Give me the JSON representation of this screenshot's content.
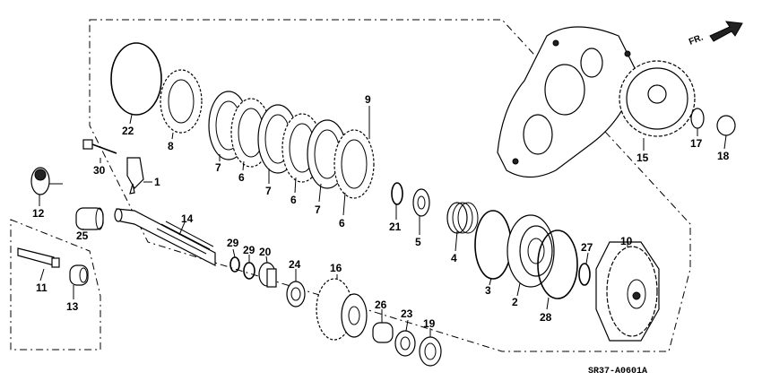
{
  "diagram": {
    "code": "SR37-A0601A",
    "direction_label": "FR.",
    "callouts": [
      "1",
      "2",
      "3",
      "4",
      "5",
      "6",
      "6",
      "6",
      "7",
      "7",
      "7",
      "8",
      "9",
      "10",
      "11",
      "12",
      "13",
      "14",
      "15",
      "16",
      "17",
      "18",
      "19",
      "20",
      "21",
      "22",
      "23",
      "24",
      "25",
      "26",
      "27",
      "28",
      "29",
      "29",
      "30"
    ]
  }
}
